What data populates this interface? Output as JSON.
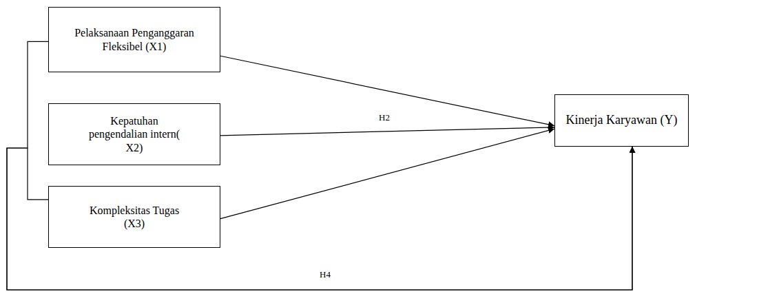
{
  "diagram": {
    "nodes": [
      {
        "text": [
          "Pelaksanaan Penganggaran Fleksibel (X1)"
        ]
      },
      {
        "text": [
          "Kepatuhan pengendalian intern( X2)"
        ]
      },
      {
        "text": [
          "Kompleksitas Tugas (X3)"
        ]
      },
      {
        "text": [
          "Kinerja Karyawan (Y)"
        ]
      }
    ],
    "edges": [
      {
        "from": 0,
        "to": 3,
        "arrow": "to"
      },
      {
        "from": 1,
        "to": 3,
        "label": "H2",
        "arrow": "to"
      },
      {
        "from": 2,
        "to": 3,
        "arrow": "to"
      },
      {
        "from": 0,
        "to": 3,
        "arrow": "to"
      },
      {
        "from": 2,
        "to": 3,
        "label": "H4",
        "arrow": "to"
      }
    ]
  }
}
